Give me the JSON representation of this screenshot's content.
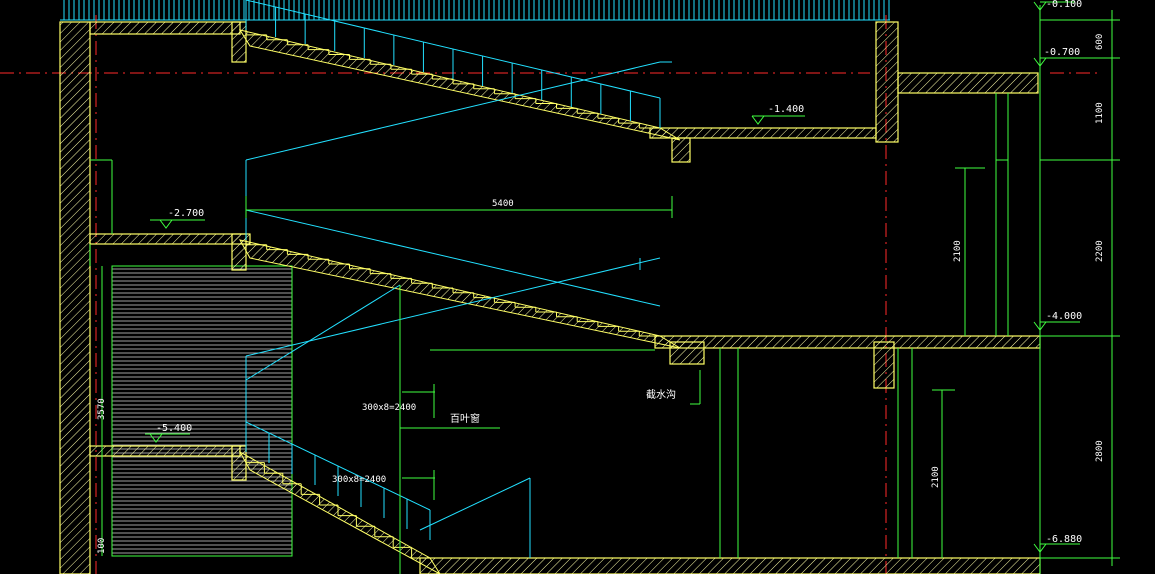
{
  "colors": {
    "background": "#000000",
    "wall": "#ffff66",
    "stair": "#ffff66",
    "rail": "#22e0ff",
    "dim": "#40ff40",
    "axis": "#ff2a2a",
    "text": "#ffffff",
    "hatch": "#ffffaa"
  },
  "levels": [
    {
      "id": "top",
      "text": "-0.100"
    },
    {
      "id": "l1",
      "text": "-0.700"
    },
    {
      "id": "l2",
      "text": "-1.400"
    },
    {
      "id": "l3",
      "text": "-2.700"
    },
    {
      "id": "l4",
      "text": "-4.000"
    },
    {
      "id": "l5",
      "text": "-5.400"
    },
    {
      "id": "l6",
      "text": "-6.880"
    }
  ],
  "dimensions": {
    "right": [
      "600",
      "1100",
      "2200",
      "2800"
    ],
    "inner": [
      "2100",
      "2100"
    ],
    "left": [
      "3570",
      "100"
    ],
    "run": "5400",
    "steps_upper": "300x8=2400",
    "steps_lower": "300x8=2400"
  },
  "annotations": {
    "louver": "百叶窗",
    "drain": "截水沟"
  }
}
